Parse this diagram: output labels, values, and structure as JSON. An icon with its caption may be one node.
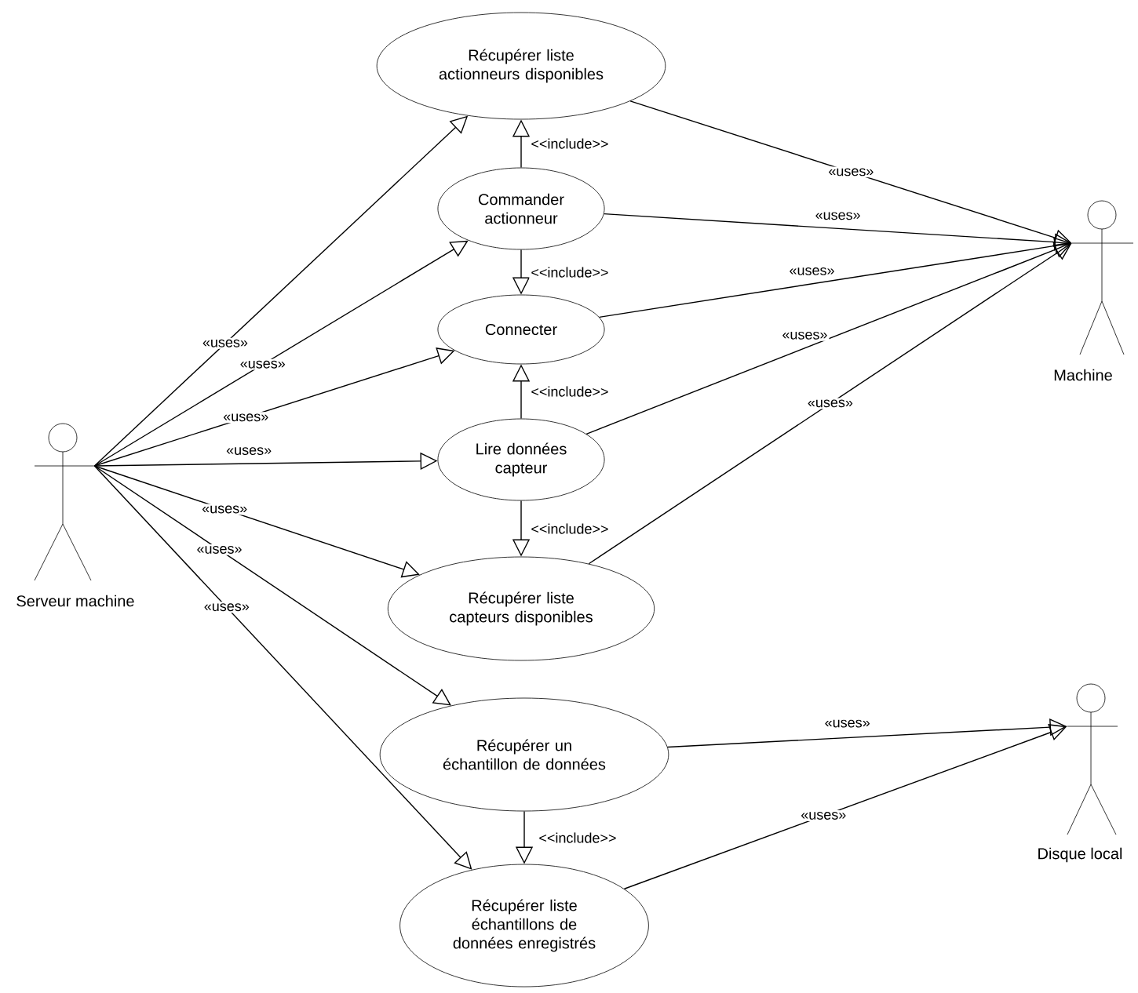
{
  "diagram": {
    "nodes": [
      {
        "text": [
          "Serveur machine"
        ]
      },
      {
        "text": [
          "Récupérer liste actionneurs disponibles"
        ]
      },
      {
        "text": [
          "Commander actionneur"
        ]
      },
      {
        "text": [
          "Connecter"
        ]
      },
      {
        "text": [
          "Lire données capteur"
        ]
      },
      {
        "text": [
          "Récupérer liste capteurs disponibles"
        ]
      },
      {
        "text": [
          "Récupérer un échantillon de données"
        ]
      },
      {
        "text": [
          "Récupérer liste échantillons de données enregistrés"
        ]
      },
      {
        "text": [
          "Machine"
        ]
      },
      {
        "text": [
          "Disque local"
        ]
      }
    ],
    "edges": [
      {
        "from": 0,
        "to": 1,
        "arrow": "to",
        "label": "«uses»"
      },
      {
        "from": 0,
        "to": 2,
        "arrow": "to",
        "label": "«uses»"
      },
      {
        "from": 0,
        "to": 3,
        "arrow": "to",
        "label": "«uses»"
      },
      {
        "from": 0,
        "to": 4,
        "arrow": "to",
        "label": "«uses»"
      },
      {
        "from": 0,
        "to": 5,
        "arrow": "to",
        "label": "«uses»"
      },
      {
        "from": 0,
        "to": 6,
        "arrow": "to",
        "label": "«uses»"
      },
      {
        "from": 0,
        "to": 7,
        "arrow": "to",
        "label": "«uses»"
      },
      {
        "from": 1,
        "to": 8,
        "arrow": "to",
        "label": "«uses»"
      },
      {
        "from": 2,
        "to": 8,
        "arrow": "to",
        "label": "«uses»"
      },
      {
        "from": 3,
        "to": 8,
        "arrow": "to",
        "label": "«uses»"
      },
      {
        "from": 4,
        "to": 8,
        "arrow": "to",
        "label": "«uses»"
      },
      {
        "from": 5,
        "to": 8,
        "arrow": "to",
        "label": "«uses»"
      },
      {
        "from": 6,
        "to": 9,
        "arrow": "to",
        "label": "«uses»"
      },
      {
        "from": 7,
        "to": 9,
        "arrow": "to",
        "label": "«uses»"
      },
      {
        "from": 2,
        "to": 1,
        "arrow": "to",
        "label": "<<include>>"
      },
      {
        "from": 2,
        "to": 3,
        "arrow": "to",
        "label": "<<include>>"
      },
      {
        "from": 4,
        "to": 3,
        "arrow": "to",
        "label": "<<include>>"
      },
      {
        "from": 4,
        "to": 5,
        "arrow": "to",
        "label": "<<include>>"
      },
      {
        "from": 6,
        "to": 7,
        "arrow": "to",
        "label": "<<include>>"
      }
    ]
  }
}
